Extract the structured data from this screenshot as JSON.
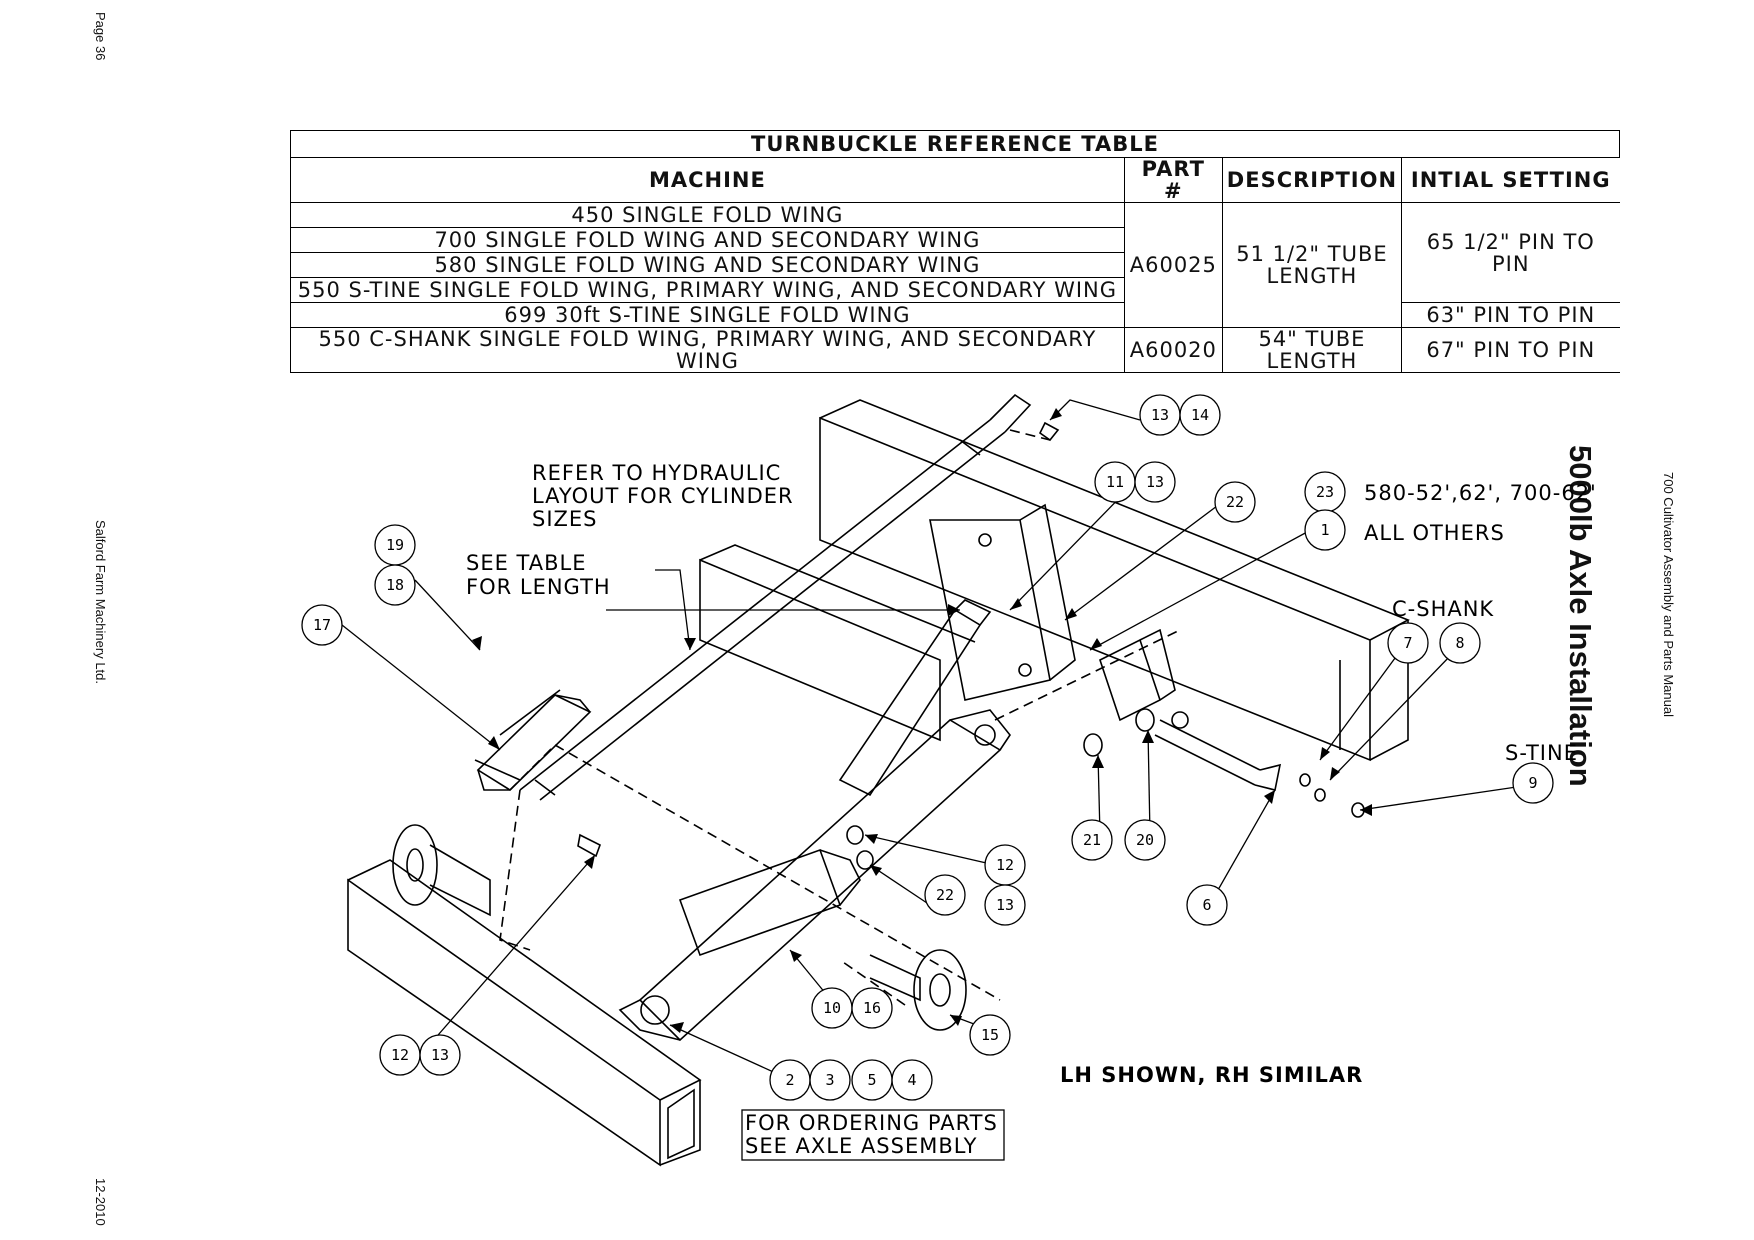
{
  "page": {
    "page_number": "Page 36",
    "company": "Salford Farm Machinery Ltd.",
    "date": "12-2010",
    "manual_title": "700 Cultivator Assembly and Parts Manual",
    "section_title": "5000lb Axle Installation"
  },
  "table": {
    "title": "TURNBUCKLE REFERENCE TABLE",
    "headers": [
      "MACHINE",
      "PART #",
      "DESCRIPTION",
      "INTIAL SETTING"
    ],
    "rows": [
      "450 SINGLE FOLD WING",
      "700 SINGLE FOLD WING AND SECONDARY WING",
      "580 SINGLE FOLD WING AND SECONDARY WING",
      "550 S-TINE SINGLE FOLD WING, PRIMARY WING, AND SECONDARY WING",
      "699 30ft S-TINE SINGLE FOLD WING",
      "550 C-SHANK SINGLE FOLD WING, PRIMARY WING, AND SECONDARY WING"
    ],
    "part_a": "A60025",
    "part_b": "A60020",
    "desc_a": "51 1/2\" TUBE LENGTH",
    "desc_b": "54\" TUBE LENGTH",
    "setting_a": "65 1/2\" PIN TO PIN",
    "setting_b": "63\" PIN TO PIN",
    "setting_c": "67\" PIN TO PIN"
  },
  "labels": {
    "hydraulic_1": "REFER TO HYDRAULIC",
    "hydraulic_2": "LAYOUT FOR CYLINDER",
    "hydraulic_3": "SIZES",
    "see_table_1": "SEE TABLE",
    "see_table_2": "FOR LENGTH",
    "size_note": "580-52',62', 700-62'",
    "all_others": "ALL OTHERS",
    "c_shank": "C-SHANK",
    "s_tine": "S-TINE",
    "lh_shown": "LH SHOWN, RH SIMILAR",
    "ordering_1": "FOR ORDERING PARTS",
    "ordering_2": "SEE AXLE ASSEMBLY"
  },
  "callouts": [
    "13",
    "14",
    "11",
    "13",
    "22",
    "23",
    "1",
    "19",
    "18",
    "17",
    "7",
    "8",
    "9",
    "21",
    "20",
    "6",
    "12",
    "13",
    "22",
    "10",
    "16",
    "15",
    "12",
    "13",
    "2",
    "3",
    "5",
    "4"
  ]
}
